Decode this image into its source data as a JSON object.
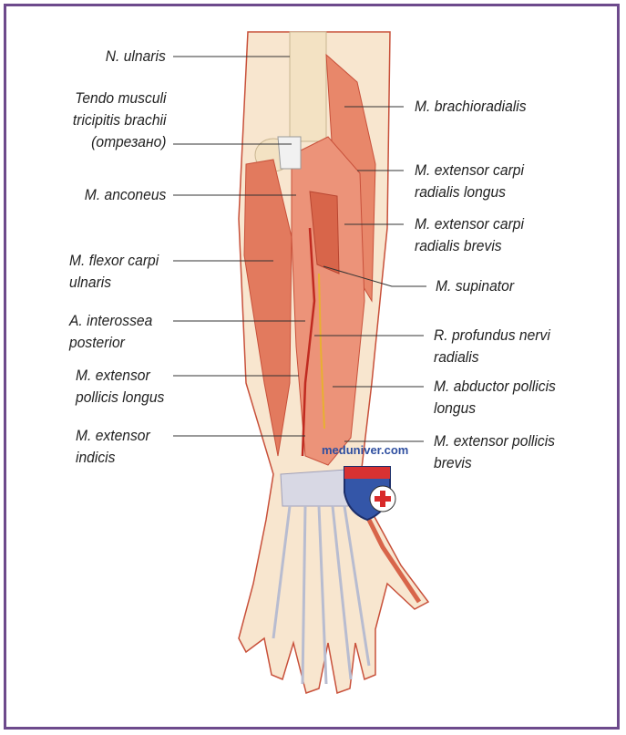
{
  "left_labels": [
    {
      "lines": [
        "N. ulnaris"
      ]
    },
    {
      "lines": [
        "Tendo musculi",
        "tricipitis brachii",
        "(отрезано)"
      ]
    },
    {
      "lines": [
        "M. anconeus"
      ]
    },
    {
      "lines": [
        "M. flexor carpi",
        "ulnaris"
      ]
    },
    {
      "lines": [
        "A. interossea",
        "posterior"
      ]
    },
    {
      "lines": [
        "M. extensor",
        "pollicis longus"
      ]
    },
    {
      "lines": [
        "M. extensor",
        "indicis"
      ]
    }
  ],
  "right_labels": [
    {
      "lines": [
        "M. brachioradialis"
      ]
    },
    {
      "lines": [
        "M. extensor carpi",
        "radialis longus"
      ]
    },
    {
      "lines": [
        "M. extensor carpi",
        "radialis brevis"
      ]
    },
    {
      "lines": [
        "M. supinator"
      ]
    },
    {
      "lines": [
        "R. profundus nervi",
        "radialis"
      ]
    },
    {
      "lines": [
        "M. abductor pollicis",
        "longus"
      ]
    },
    {
      "lines": [
        "M. extensor pollicis",
        "brevis"
      ]
    }
  ],
  "watermark": "meduniver.com",
  "colors": {
    "border": "#6d4a8c",
    "muscle": "#e8876a",
    "skin": "#f8e6cf",
    "brand": "#2f4fa0"
  }
}
